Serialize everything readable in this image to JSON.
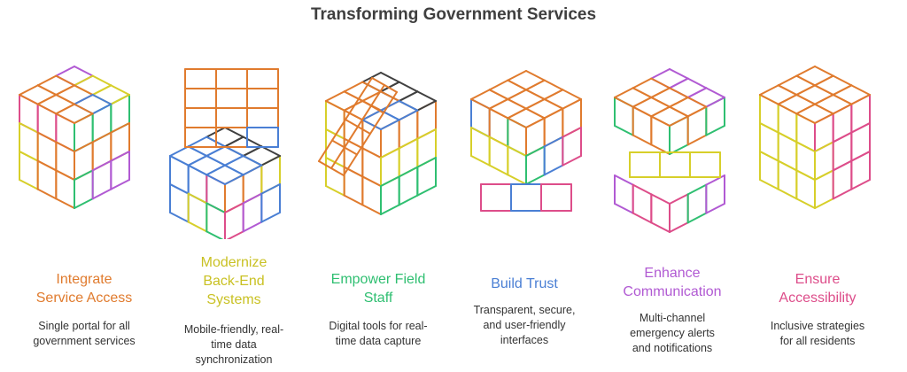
{
  "title": "Transforming Government Services",
  "colors": {
    "orange": "#e07b2e",
    "yellow": "#d7cf2a",
    "green": "#2fbf71",
    "blue": "#4a7fd4",
    "purple": "#b15ad3",
    "pink": "#dd4d8a",
    "dark": "#404040"
  },
  "items": [
    {
      "heading": "Integrate\nService Access",
      "description": "Single portal for all\ngovernment services",
      "color": "#e07b2e"
    },
    {
      "heading": "Modernize\nBack-End\nSystems",
      "description": "Mobile-friendly, real-\ntime data\nsynchronization",
      "color": "#c9c123"
    },
    {
      "heading": "Empower Field\nStaff",
      "description": "Digital tools for real-\ntime data capture",
      "color": "#2fbf71"
    },
    {
      "heading": "Build Trust",
      "description": "Transparent, secure,\nand user-friendly\ninterfaces",
      "color": "#4a7fd4"
    },
    {
      "heading": "Enhance\nCommunication",
      "description": "Multi-channel\nemergency alerts\nand notifications",
      "color": "#b15ad3"
    },
    {
      "heading": "Ensure\nAccessibility",
      "description": "Inclusive strategies\nfor all residents",
      "color": "#dd4d8a"
    }
  ]
}
